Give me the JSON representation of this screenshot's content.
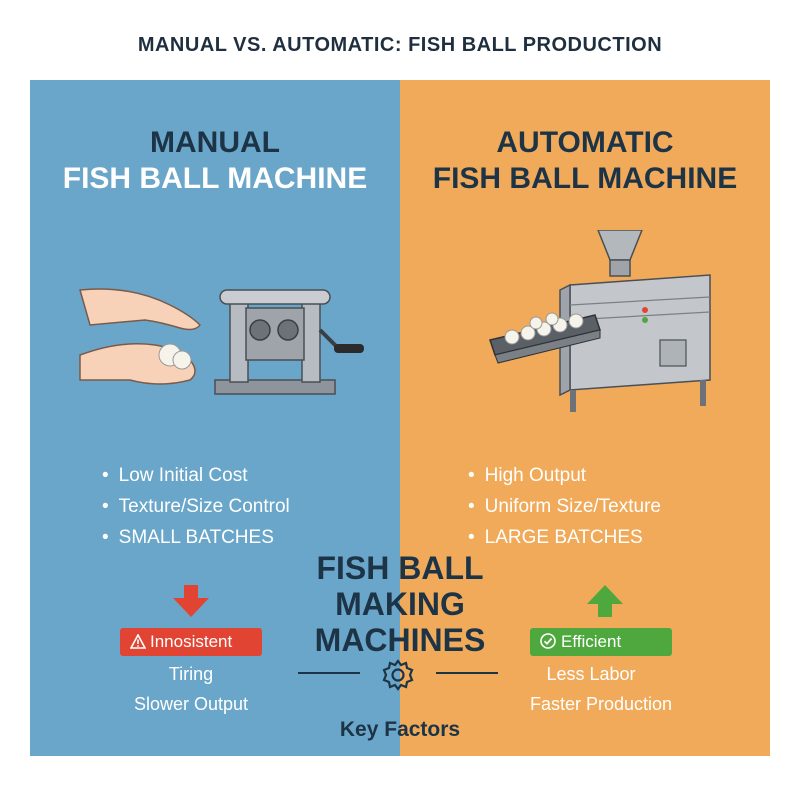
{
  "title": "MANUAL VS. AUTOMATIC: FISH BALL PRODUCTION",
  "colors": {
    "manual_bg": "#6aa6c9",
    "automatic_bg": "#f0aa5a",
    "negative": "#e24434",
    "positive": "#4ea83e",
    "dark_text": "#1d3447"
  },
  "manual": {
    "title_line1": "MANUAL",
    "title_line2": "FISH BALL MACHINE",
    "features": [
      "Low Initial Cost",
      "Texture/Size Control",
      "SMALL BATCHES"
    ],
    "badge_icon": "warning-icon",
    "badge_text": "Innosistent",
    "cons": [
      "Tiring",
      "Slower Output"
    ]
  },
  "automatic": {
    "title_line1": "AUTOMATIC",
    "title_line2": "FISH BALL MACHINE",
    "features": [
      "High Output",
      "Uniform Size/Texture",
      "LARGE BATCHES"
    ],
    "badge_icon": "check-circle-icon",
    "badge_text": "Efficient",
    "pros": [
      "Less Labor",
      "Faster Production"
    ]
  },
  "center": {
    "line1": "FISH BALL",
    "line2": "MAKING",
    "line3": "MACHINES",
    "icon": "gear-icon",
    "caption": "Key Factors"
  }
}
